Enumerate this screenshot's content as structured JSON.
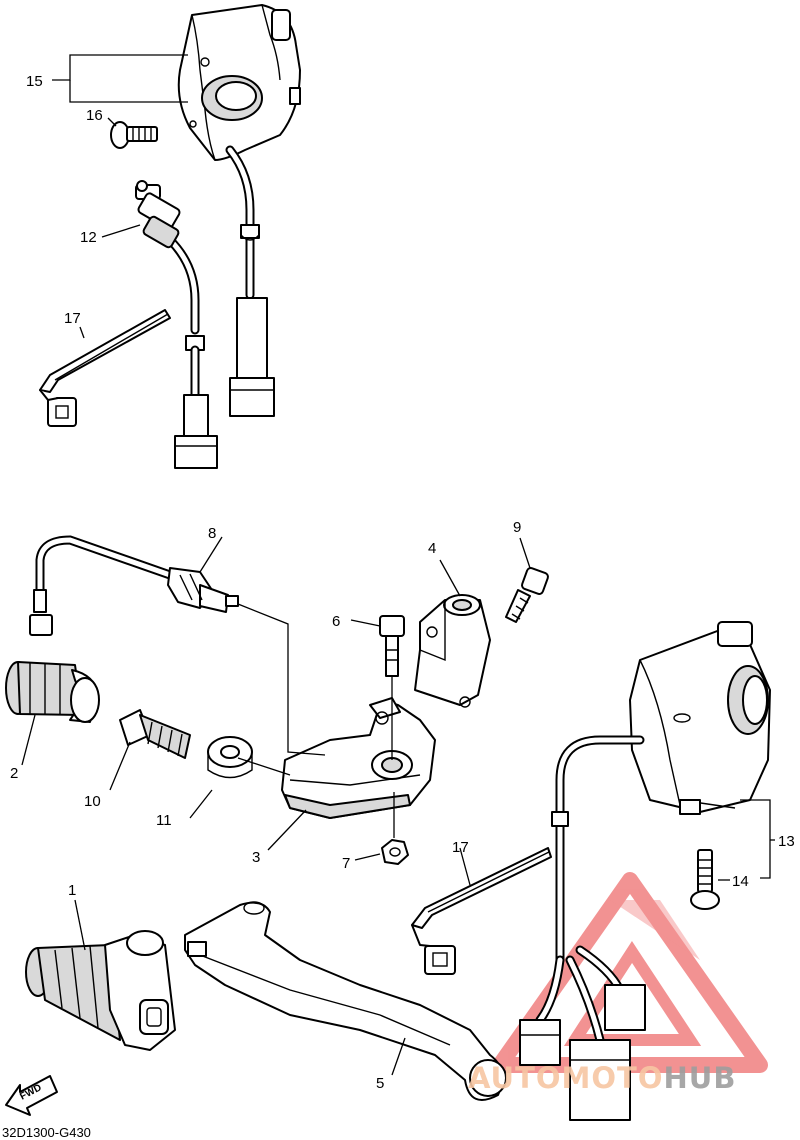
{
  "diagram": {
    "part_numbers": [
      "1",
      "2",
      "3",
      "4",
      "5",
      "6",
      "7",
      "8",
      "9",
      "10",
      "11",
      "12",
      "13",
      "14",
      "15",
      "16",
      "17",
      "17"
    ],
    "drawing_code": "32D1300-G430",
    "direction_label": "FWD"
  },
  "watermark": {
    "brand_part1": "AUTO",
    "brand_part2": "MOTO",
    "brand_part3": "HUB",
    "color_light": "#f7c6a3",
    "color_dark": "#9e9e9e",
    "color_triangle": "#e83a3a"
  }
}
